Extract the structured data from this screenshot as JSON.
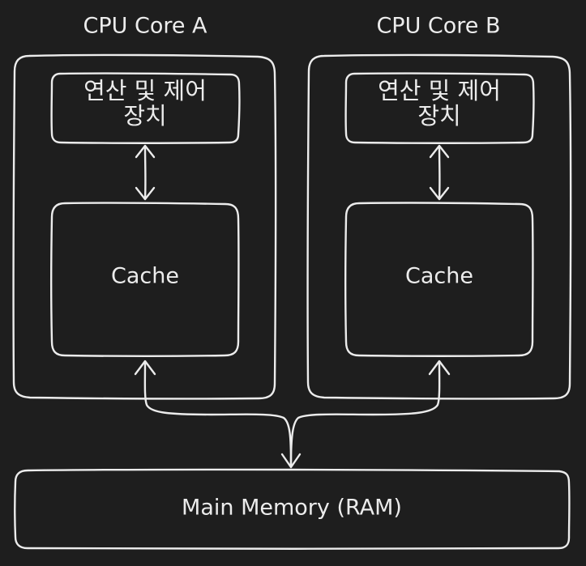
{
  "diagram": {
    "core_a": {
      "title": "CPU Core A",
      "unit_line1": "연산 및 제어",
      "unit_line2": "장치",
      "cache": "Cache"
    },
    "core_b": {
      "title": "CPU Core B",
      "unit_line1": "연산 및 제어",
      "unit_line2": "장치",
      "cache": "Cache"
    },
    "memory": "Main Memory (RAM)",
    "colors": {
      "background": "#1e1e1e",
      "stroke": "#ececec",
      "text": "#ececec"
    }
  }
}
